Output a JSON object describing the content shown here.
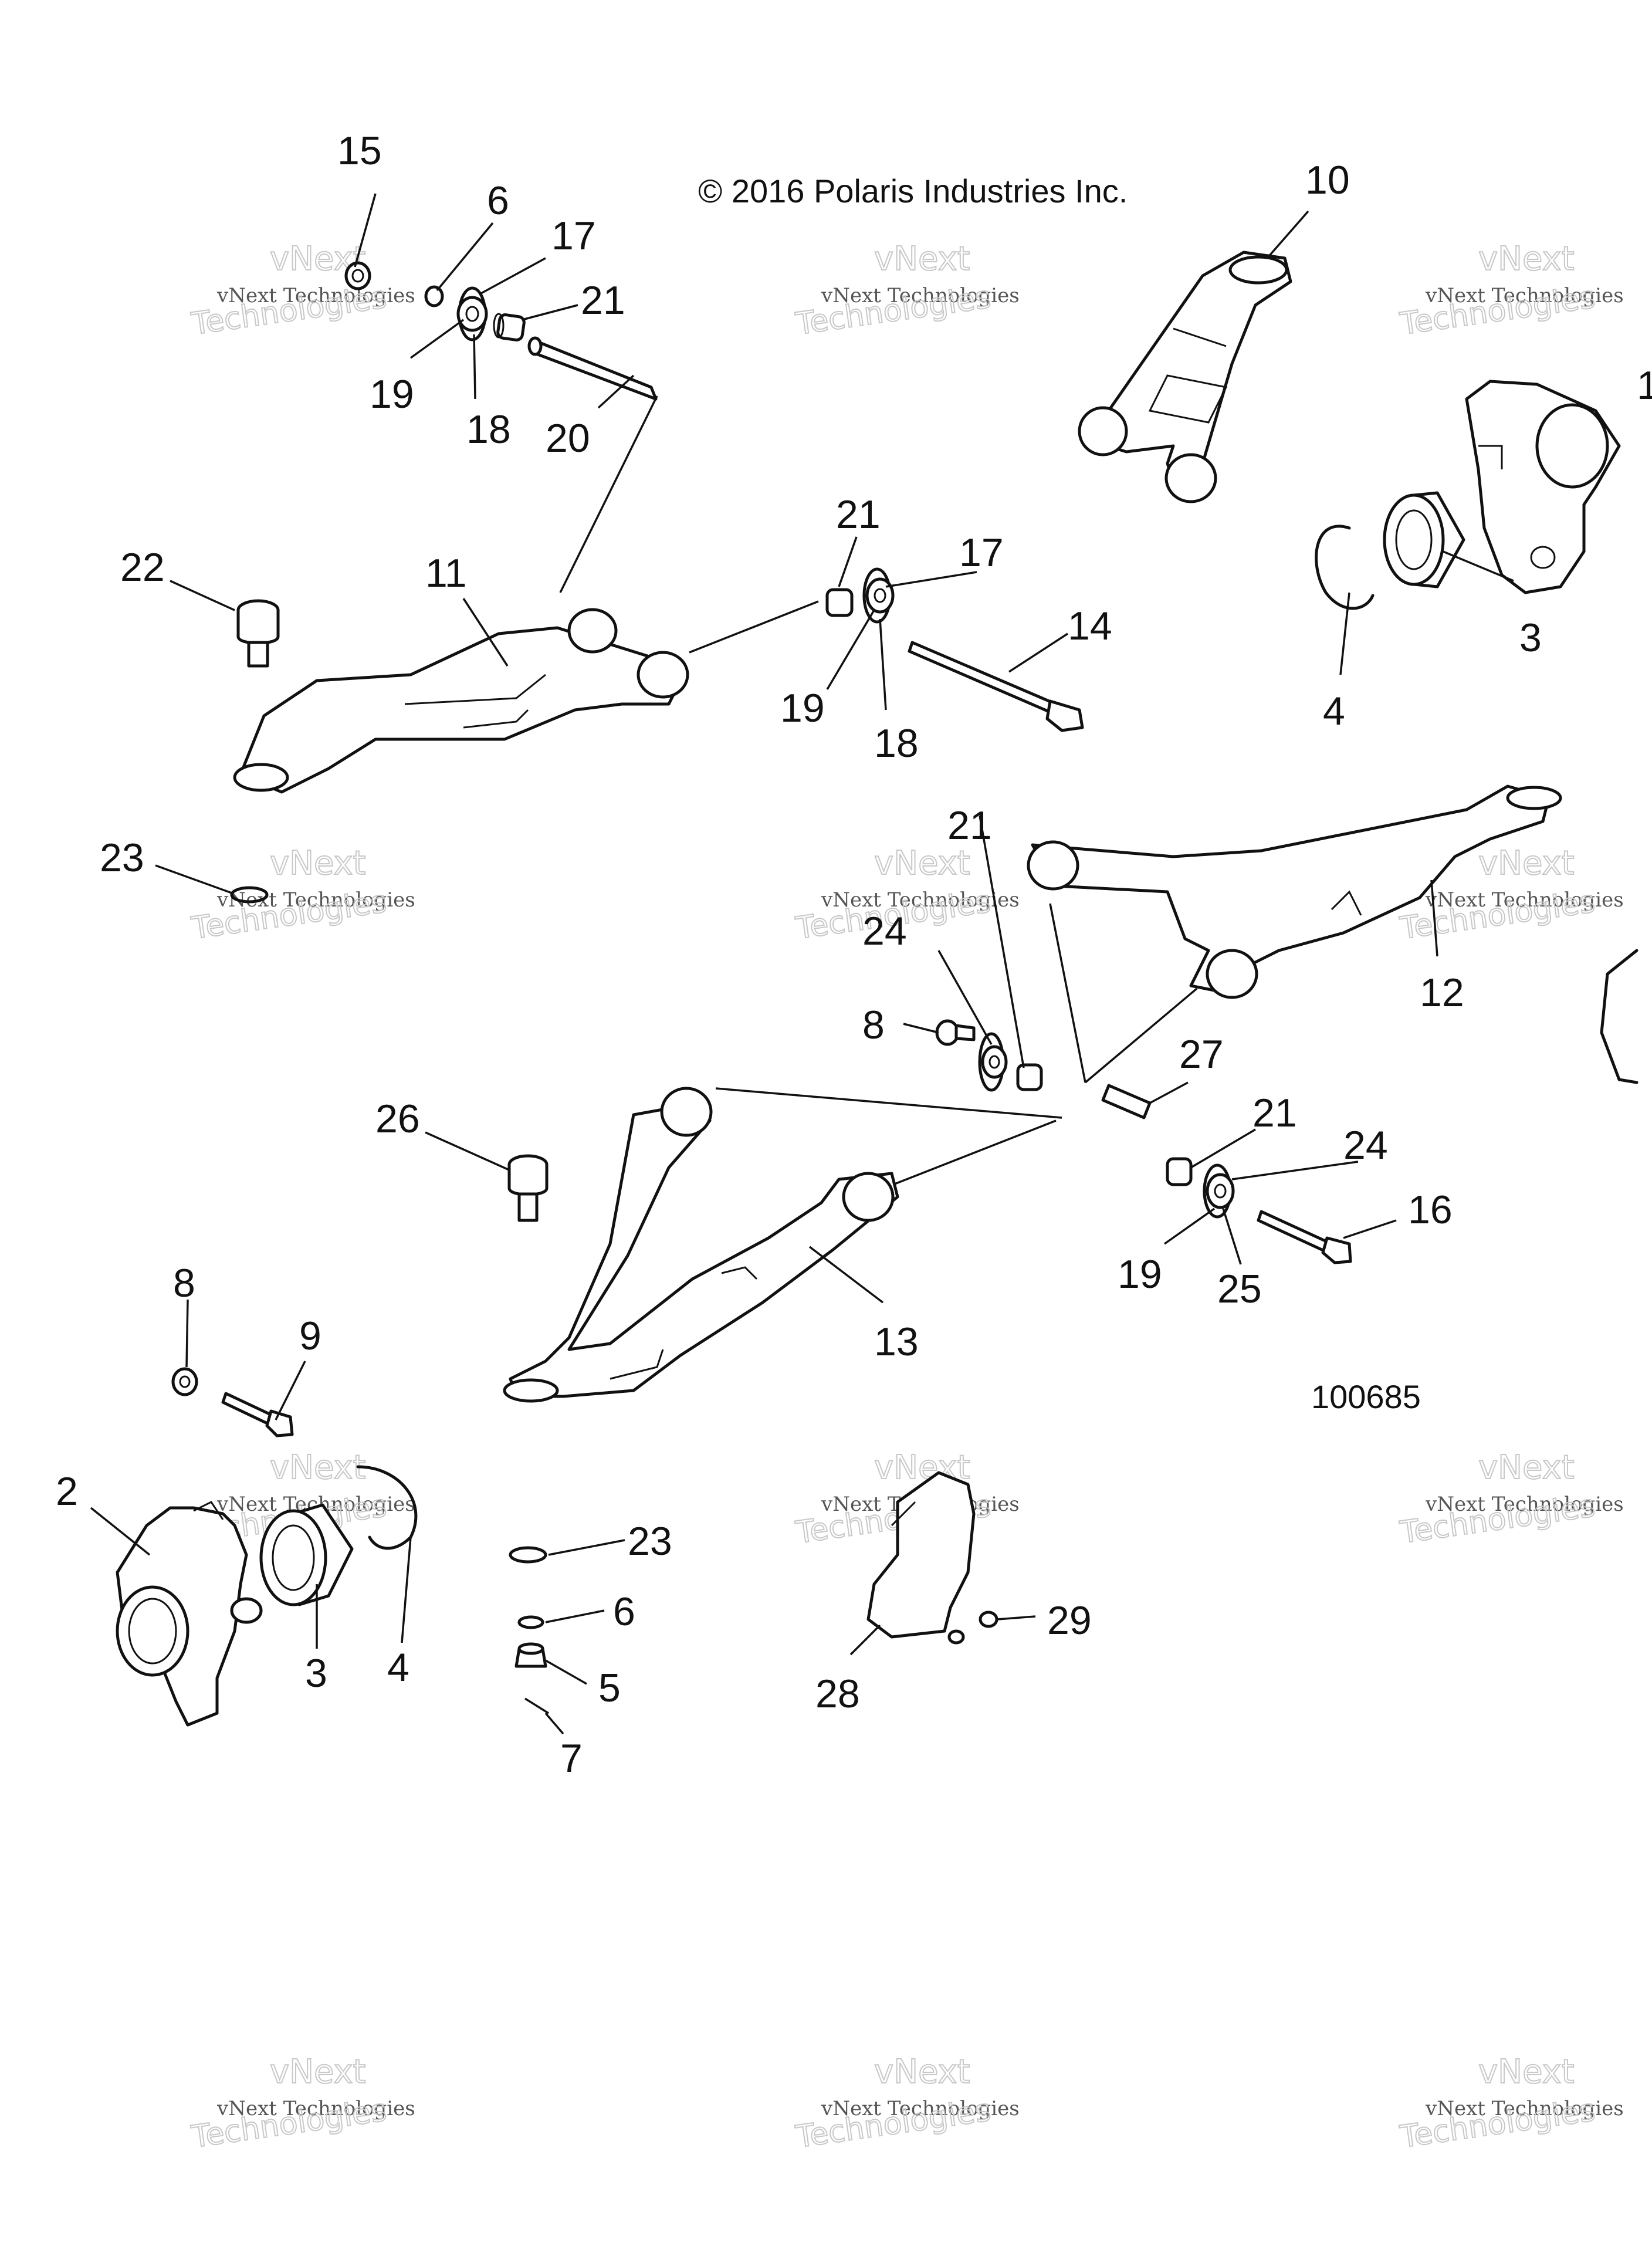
{
  "header": {
    "copyright": "© 2016 Polaris Industries Inc."
  },
  "drawing": {
    "number": "100685"
  },
  "watermark": {
    "line1": "vNext",
    "line2": "vNext Technologies",
    "line3": "Technologies"
  },
  "callouts": {
    "c15": "15",
    "c6a": "6",
    "c17a": "17",
    "c21a": "21",
    "c19a": "19",
    "c18a": "18",
    "c20": "20",
    "c10": "10",
    "c1": "1",
    "c3a": "3",
    "c4a": "4",
    "c22": "22",
    "c11": "11",
    "c21b": "21",
    "c17b": "17",
    "c14": "14",
    "c19b": "19",
    "c18b": "18",
    "c23a": "23",
    "c21c": "21",
    "c24a": "24",
    "c8a": "8",
    "c12": "12",
    "c26": "26",
    "c27": "27",
    "c21d": "21",
    "c24b": "24",
    "c16": "16",
    "c19c": "19",
    "c25": "25",
    "c13": "13",
    "c8b": "8",
    "c9": "9",
    "c2": "2",
    "c3b": "3",
    "c4b": "4",
    "c23b": "23",
    "c6b": "6",
    "c5": "5",
    "c7": "7",
    "c29": "29",
    "c28": "28"
  }
}
